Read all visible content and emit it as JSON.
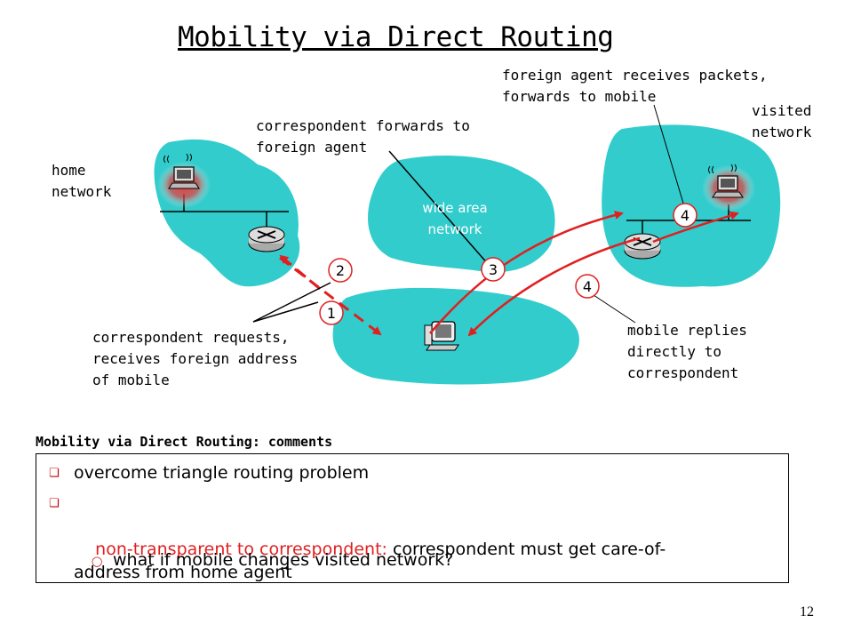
{
  "title": "Mobility via Direct Routing",
  "labels": {
    "home_network": "home\nnetwork",
    "visited_network": "visited\nnetwork",
    "wide_area_network": "wide area\nnetwork",
    "correspondent_forwards": "correspondent forwards to\nforeign agent",
    "foreign_agent_receives": "foreign agent receives packets,\nforwards to mobile",
    "correspondent_requests": "correspondent requests,\nreceives foreign address\nof mobile",
    "mobile_replies": "mobile replies\ndirectly to\ncorrespondent"
  },
  "steps": [
    "1",
    "2",
    "3",
    "4",
    "4"
  ],
  "comments": {
    "title": "Mobility via Direct Routing: comments",
    "bullet1": "overcome triangle routing problem",
    "bullet2_red": "non-transparent to correspondent:",
    "bullet2_rest": " correspondent must get care-of-\naddress from home agent",
    "sub_bullet": "what if mobile changes visited network?"
  },
  "page_number": "12",
  "colors": {
    "network_fill": "#33cccc",
    "arrow_red": "#e02020",
    "step_circle_stroke": "#e02020"
  },
  "icons": [
    "laptop-icon",
    "router-icon",
    "computer-icon",
    "wireless-icon"
  ]
}
